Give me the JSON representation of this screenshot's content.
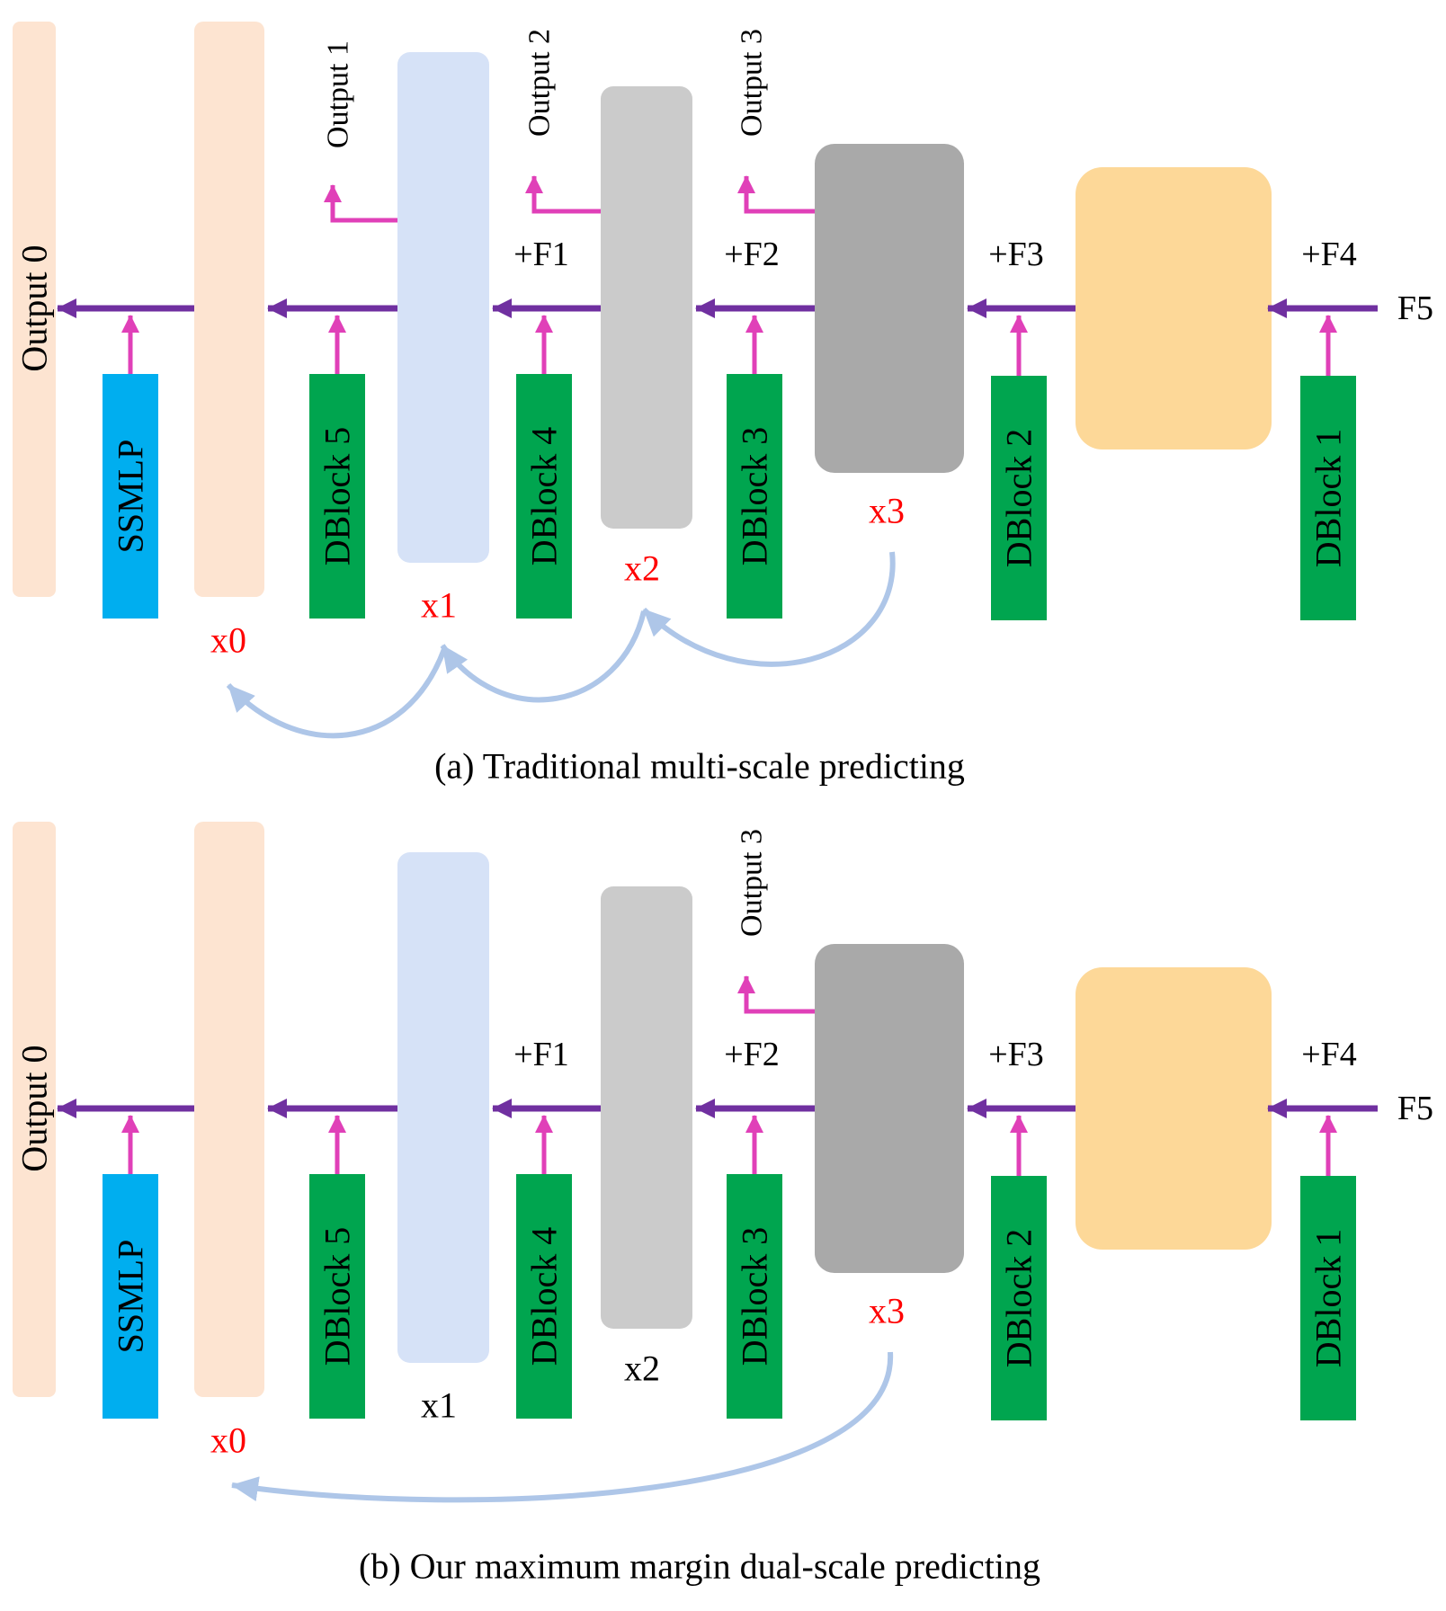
{
  "colors": {
    "output0_bar": "#fde4d1",
    "x0_bar": "#fde4d1",
    "x1_bar": "#d6e2f7",
    "x2_bar": "#cbcbcb",
    "x3_bar": "#a9a9a9",
    "top_block": "#fdd898",
    "ssmlp": "#00aeef",
    "dblock": "#00a54f",
    "main_arrow": "#7030a0",
    "branch_arrow": "#e040b8",
    "skip_arrow": "#aec6e8",
    "highlight_label": "#ff0000",
    "normal_label": "#000000"
  },
  "panels": [
    {
      "id": "a",
      "caption": "(a) Traditional multi-scale predicting",
      "output0": "Output 0",
      "ssmlp": "SSMLP",
      "dblocks": [
        "DBlock 5",
        "DBlock 4",
        "DBlock 3",
        "DBlock 2",
        "DBlock 1"
      ],
      "features": [
        "+F1",
        "+F2",
        "+F3",
        "+F4"
      ],
      "input": "F5",
      "outputs": [
        "Output 1",
        "Output 2",
        "Output 3"
      ],
      "xlabels": [
        "x0",
        "x1",
        "x2",
        "x3"
      ],
      "highlighted_x": [
        "x0",
        "x1",
        "x2",
        "x3"
      ],
      "skips": [
        "x3 → x2",
        "x2 → x1",
        "x1 → x0"
      ]
    },
    {
      "id": "b",
      "caption": "(b) Our maximum margin dual-scale predicting",
      "output0": "Output 0",
      "ssmlp": "SSMLP",
      "dblocks": [
        "DBlock 5",
        "DBlock 4",
        "DBlock 3",
        "DBlock 2",
        "DBlock 1"
      ],
      "features": [
        "+F1",
        "+F2",
        "+F3",
        "+F4"
      ],
      "input": "F5",
      "outputs": [
        "Output 3"
      ],
      "xlabels": [
        "x0",
        "x1",
        "x2",
        "x3"
      ],
      "highlighted_x": [
        "x0",
        "x3"
      ],
      "skips": [
        "x3 → x0"
      ]
    }
  ]
}
